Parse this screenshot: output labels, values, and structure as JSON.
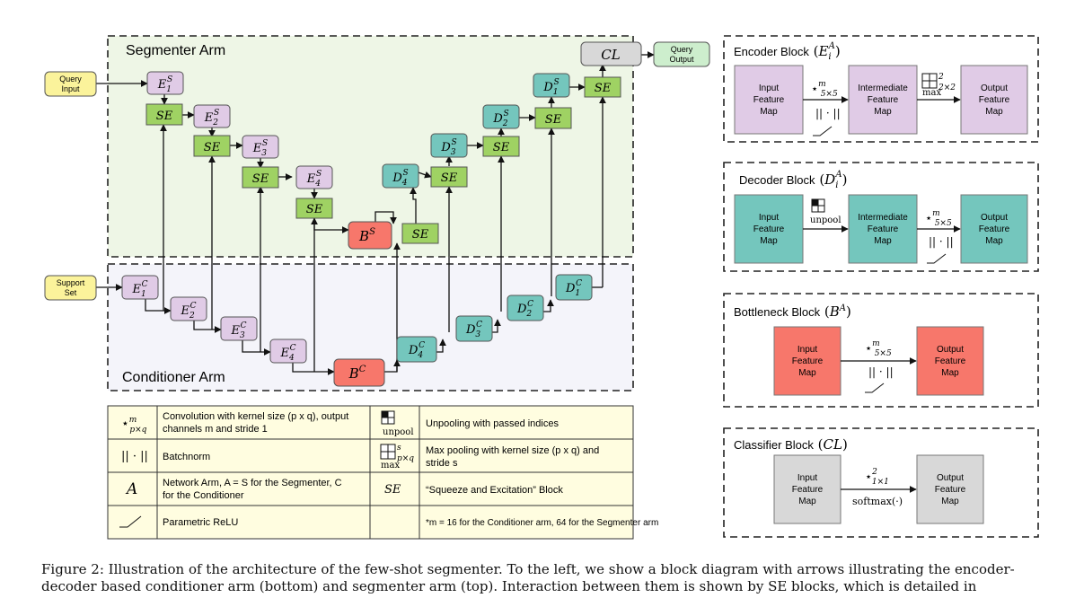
{
  "colors": {
    "encoder": "#e0cbe6",
    "decoder": "#74c6bd",
    "bottleneck": "#f7776b",
    "se": "#9fd263",
    "classifier": "#d8d8d8",
    "input": "#fbf39b",
    "output": "#cdeecd",
    "seg_bg": "#eef6e6",
    "cond_bg": "#f4f4fa",
    "legend_bg": "#fffde0"
  },
  "segmenter_arm": {
    "title": "Segmenter Arm"
  },
  "conditioner_arm": {
    "title": "Conditioner Arm"
  },
  "inputs": {
    "query": [
      "Query",
      "Input"
    ],
    "support": [
      "Support",
      "Set"
    ],
    "query_output": [
      "Query",
      "Output"
    ]
  },
  "blocks": {
    "e_base": "E",
    "d_base": "D",
    "b_base": "B",
    "seg_sup": "S",
    "cond_sup": "C",
    "idx": [
      "1",
      "2",
      "3",
      "4"
    ],
    "se": "SE",
    "cl": "CL"
  },
  "legend": {
    "rows": [
      {
        "sym": "⋆",
        "sup": "m",
        "sub": "p×q",
        "desc": "Convolution with kernel size (p x q), output channels m and stride 1",
        "sym2_label": "unpool",
        "desc2": "Unpooling with passed indices"
      },
      {
        "sym": "|| · ||",
        "desc": "Batchnorm",
        "sym2_label": "max",
        "sym2_sup": "s",
        "sym2_sub": "p×q",
        "desc2": "Max pooling with kernel size (p x q) and stride s"
      },
      {
        "sym": "A",
        "desc": "Network Arm, A = S for the Segmenter, C for the Conditioner",
        "sym2": "SE",
        "desc2": "“Squeeze and Excitation” Block"
      },
      {
        "desc": "Parametric ReLU",
        "desc2": "*m = 16 for the Conditioner arm, 64 for the Segmenter arm"
      }
    ]
  },
  "panels": {
    "encoder": {
      "title": "Encoder Block",
      "sym": "E",
      "sub": "i",
      "sup": "A",
      "box1": [
        "Input",
        "Feature",
        "Map"
      ],
      "box2": [
        "Intermediate",
        "Feature",
        "Map"
      ],
      "box3": [
        "Output",
        "Feature",
        "Map"
      ],
      "op1_sup": "m",
      "op1_sub": "5×5",
      "op2_label": "max",
      "op2_sup": "2",
      "op2_sub": "2×2"
    },
    "decoder": {
      "title": "Decoder Block",
      "sym": "D",
      "sub": "i",
      "sup": "A",
      "box1": [
        "Input",
        "Feature",
        "Map"
      ],
      "box2": [
        "Intermediate",
        "Feature",
        "Map"
      ],
      "box3": [
        "Output",
        "Feature",
        "Map"
      ],
      "op1_label": "unpool",
      "op2_sup": "m",
      "op2_sub": "5×5"
    },
    "bottleneck": {
      "title": "Bottleneck Block",
      "sym": "B",
      "sup": "A",
      "box1": [
        "Input",
        "Feature",
        "Map"
      ],
      "box2": [
        "Output",
        "Feature",
        "Map"
      ],
      "op_sup": "m",
      "op_sub": "5×5"
    },
    "classifier": {
      "title": "Classifier Block",
      "sym": "CL",
      "box1": [
        "Input",
        "Feature",
        "Map"
      ],
      "box2": [
        "Output",
        "Feature",
        "Map"
      ],
      "op_sup": "2",
      "op_sub": "1×1",
      "op_label": "softmax(·)"
    }
  },
  "caption": {
    "lines": [
      "Figure 2: Illustration of the architecture of the few-shot segmenter. To the left, we show a block diagram with arrows illustrating the encoder-",
      "decoder based conditioner arm (bottom) and segmenter arm (top). Interaction between them is shown by SE blocks, which is detailed in"
    ]
  }
}
